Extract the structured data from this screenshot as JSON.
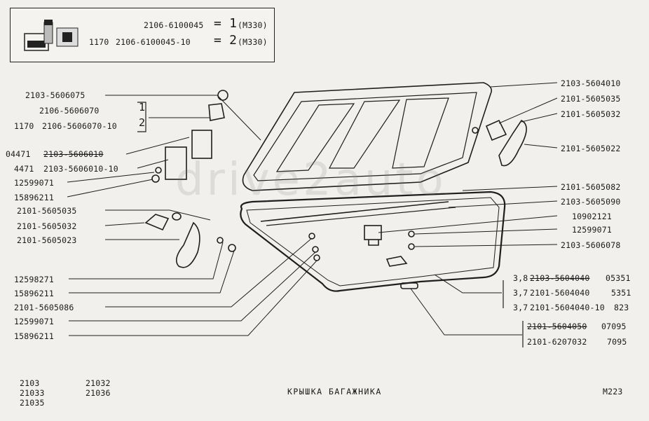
{
  "kit_box": {
    "line1_part": "2106-6100045",
    "line1_qty": "= 1",
    "line1_note": "(M330)",
    "line2_code": "1170",
    "line2_part": "2106-6100045-10",
    "line2_qty": "= 2",
    "line2_note": "(M330)"
  },
  "left_labels": {
    "l1": "2103-5606075",
    "l2": "2106-5606070",
    "l3a": "1170",
    "l3b": "2106-5606070-10",
    "bracket_1": "1",
    "bracket_2": "2",
    "l4a": "04471",
    "l4b": "2103-5606010",
    "l5a": "4471",
    "l5b": "2103-5606010-10",
    "l6": "12599071",
    "l7": "15896211",
    "l8": "2101-5605035",
    "l9": "2101-5605032",
    "l10": "2101-5605023",
    "l11": "12598271",
    "l12": "15896211",
    "l13": "2101-5605086",
    "l14": "12599071",
    "l15": "15896211"
  },
  "right_labels": {
    "r1": "2103-5604010",
    "r2": "2101-5605035",
    "r3": "2101-5605032",
    "r4": "2101-5605022",
    "r5": "2101-5605082",
    "r6": "2103-5605090",
    "r7": "10902121",
    "r8": "12599071",
    "r9": "2103-5606078",
    "r10a": "3,8",
    "r10b": "2103-5604040",
    "r10c": "05351",
    "r11a": "3,7",
    "r11b": "2101-5604040",
    "r11c": "5351",
    "r12a": "3,7",
    "r12b": "2101-5604040-10",
    "r12c": "823",
    "r13a": "2101-5604050",
    "r13b": "07095",
    "r14a": "2101-6207032",
    "r14b": "7095"
  },
  "footer": {
    "models_col1": [
      "2103",
      "21033",
      "21035"
    ],
    "models_col2": [
      "21032",
      "21036"
    ],
    "title": "КРЫШКА БАГАЖНИКА",
    "code": "M223"
  },
  "watermark": "drive2auto"
}
